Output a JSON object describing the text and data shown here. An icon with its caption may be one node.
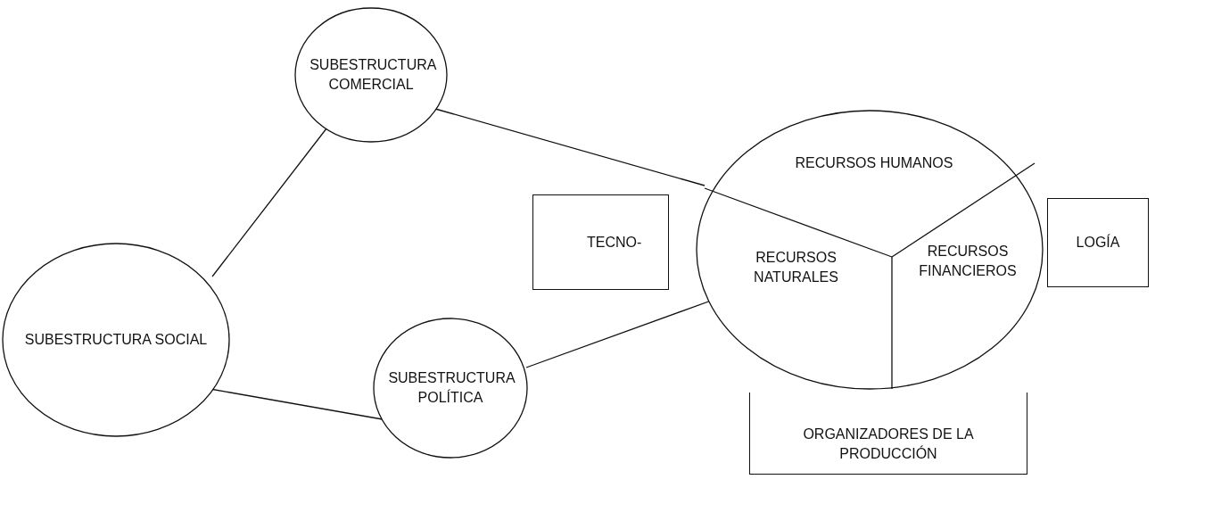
{
  "diagram": {
    "nodes": [
      {
        "text": [
          "SUBESTRUCTURA COMERCIAL"
        ]
      },
      {
        "text": [
          "SUBESTRUCTURA SOCIAL"
        ]
      },
      {
        "text": [
          "SUBESTRUCTURA POLÍTICA"
        ]
      },
      {
        "text": [
          "TECNO-"
        ]
      },
      {
        "text": [],
        "shape": "circle"
      },
      {
        "text": [
          "RECURSOS HUMANOS"
        ],
        "in": 4
      },
      {
        "text": [
          "RECURSOS NATURALES"
        ],
        "in": 4
      },
      {
        "text": [
          "RECURSOS FINANCIEROS"
        ],
        "in": 4
      },
      {
        "text": [
          "LOGÍA"
        ]
      },
      {
        "text": [
          "ORGANIZADORES DE LA PRODUCCIÓN"
        ]
      }
    ],
    "edges": [
      {
        "from": 1,
        "to": 0,
        "arrow": "none"
      },
      {
        "from": 1,
        "to": 2,
        "arrow": "none"
      },
      {
        "from": 0,
        "to": 4,
        "arrow": "none"
      },
      {
        "from": 2,
        "to": 4,
        "arrow": "none"
      }
    ]
  }
}
